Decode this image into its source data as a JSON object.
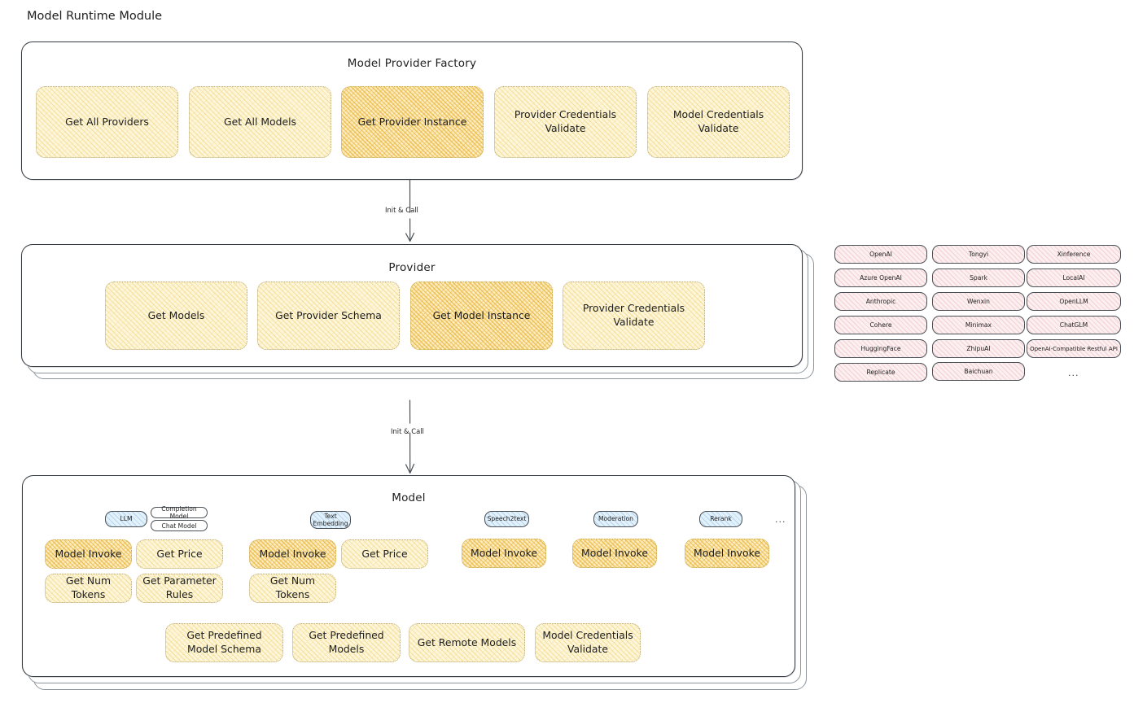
{
  "page": {
    "title": "Model Runtime Module"
  },
  "colors": {
    "node_fill": "#fdf6da",
    "node_highlight_fill": "#fcecc0",
    "node_stroke": "#b9a779",
    "badge_blue_fill": "#e3f1fb",
    "chip_pink_fill": "#fceff0",
    "panel_stroke": "#343a40",
    "text": "#1e1e1e"
  },
  "factory": {
    "title": "Model Provider Factory",
    "nodes": [
      {
        "label": "Get All Providers",
        "highlight": false
      },
      {
        "label": "Get All Models",
        "highlight": false
      },
      {
        "label": "Get Provider Instance",
        "highlight": true
      },
      {
        "label": "Provider Credentials Validate",
        "highlight": false
      },
      {
        "label": "Model Credentials Validate",
        "highlight": false
      }
    ]
  },
  "connector_1": {
    "label": "Init & Call"
  },
  "provider": {
    "title": "Provider",
    "nodes": [
      {
        "label": "Get Models",
        "highlight": false
      },
      {
        "label": "Get Provider Schema",
        "highlight": false
      },
      {
        "label": "Get Model Instance",
        "highlight": true
      },
      {
        "label": "Provider Credentials Validate",
        "highlight": false
      }
    ]
  },
  "provider_list": {
    "columns": [
      {
        "items": [
          "OpenAI",
          "Azure OpenAI",
          "Anthropic",
          "Cohere",
          "HuggingFace",
          "Replicate"
        ]
      },
      {
        "items": [
          "Tongyi",
          "Spark",
          "Wenxin",
          "Minimax",
          "ZhipuAI",
          "Baichuan"
        ]
      },
      {
        "items": [
          "Xinference",
          "LocalAI",
          "OpenLLM",
          "ChatGLM",
          "OpenAI-Compatible Restful API"
        ]
      }
    ],
    "more": "..."
  },
  "connector_2": {
    "label": "Init & Call"
  },
  "model": {
    "title": "Model",
    "more": "...",
    "types": [
      {
        "badge": "LLM",
        "sub_badges": [
          "Completion Model",
          "Chat Model"
        ],
        "nodes": [
          {
            "label": "Model Invoke",
            "highlight": true
          },
          {
            "label": "Get Price",
            "highlight": false
          },
          {
            "label": "Get Num Tokens",
            "highlight": false
          },
          {
            "label": "Get Parameter Rules",
            "highlight": false
          }
        ]
      },
      {
        "badge": "Text Embedding",
        "sub_badges": [],
        "nodes": [
          {
            "label": "Model Invoke",
            "highlight": true
          },
          {
            "label": "Get Price",
            "highlight": false
          },
          {
            "label": "Get Num Tokens",
            "highlight": false
          }
        ]
      },
      {
        "badge": "Speech2text",
        "sub_badges": [],
        "nodes": [
          {
            "label": "Model Invoke",
            "highlight": true
          }
        ]
      },
      {
        "badge": "Moderation",
        "sub_badges": [],
        "nodes": [
          {
            "label": "Model Invoke",
            "highlight": true
          }
        ]
      },
      {
        "badge": "Rerank",
        "sub_badges": [],
        "nodes": [
          {
            "label": "Model Invoke",
            "highlight": true
          }
        ]
      }
    ],
    "common_nodes": [
      {
        "label": "Get Predefined Model Schema"
      },
      {
        "label": "Get Predefined Models"
      },
      {
        "label": "Get Remote Models"
      },
      {
        "label": "Model Credentials Validate"
      }
    ]
  }
}
